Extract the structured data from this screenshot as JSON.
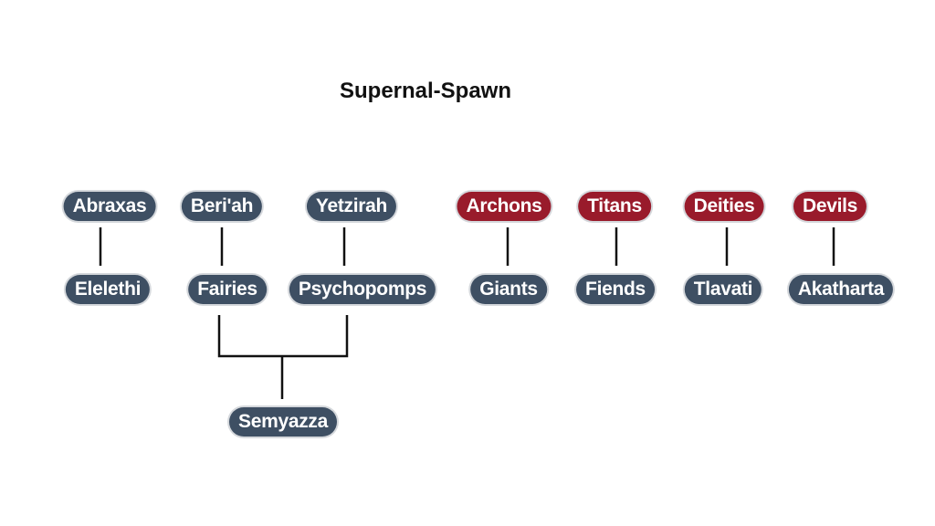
{
  "title": "Supernal-Spawn",
  "colors": {
    "slate": "#3e4f63",
    "red": "#991b2b"
  },
  "top_row": [
    {
      "label": "Abraxas",
      "color": "slate"
    },
    {
      "label": "Beri'ah",
      "color": "slate"
    },
    {
      "label": "Yetzirah",
      "color": "slate"
    },
    {
      "label": "Archons",
      "color": "red"
    },
    {
      "label": "Titans",
      "color": "red"
    },
    {
      "label": "Deities",
      "color": "red"
    },
    {
      "label": "Devils",
      "color": "red"
    }
  ],
  "middle_row": [
    {
      "label": "Elelethi"
    },
    {
      "label": "Fairies"
    },
    {
      "label": "Psychopomps"
    },
    {
      "label": "Giants"
    },
    {
      "label": "Fiends"
    },
    {
      "label": "Tlavati"
    },
    {
      "label": "Akatharta"
    }
  ],
  "bottom_row": [
    {
      "label": "Semyazza"
    }
  ]
}
